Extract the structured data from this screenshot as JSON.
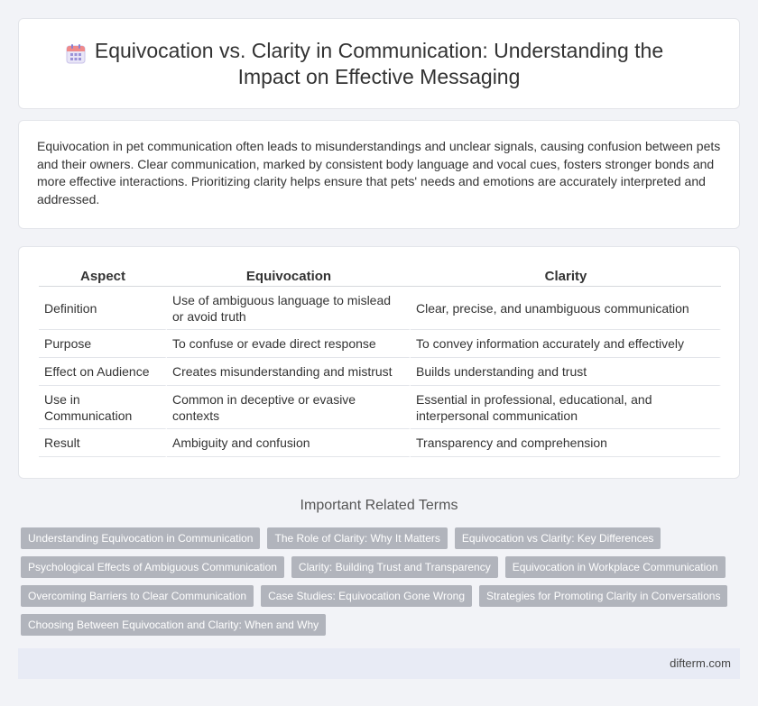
{
  "header": {
    "title": "Equivocation vs. Clarity in Communication: Understanding the Impact on Effective Messaging",
    "icon": "calendar-icon"
  },
  "intro": {
    "text": "Equivocation in pet communication often leads to misunderstandings and unclear signals, causing confusion between pets and their owners. Clear communication, marked by consistent body language and vocal cues, fosters stronger bonds and more effective interactions. Prioritizing clarity helps ensure that pets' needs and emotions are accurately interpreted and addressed."
  },
  "table": {
    "headers": [
      "Aspect",
      "Equivocation",
      "Clarity"
    ],
    "rows": [
      [
        "Definition",
        "Use of ambiguous language to mislead or avoid truth",
        "Clear, precise, and unambiguous communication"
      ],
      [
        "Purpose",
        "To confuse or evade direct response",
        "To convey information accurately and effectively"
      ],
      [
        "Effect on Audience",
        "Creates misunderstanding and mistrust",
        "Builds understanding and trust"
      ],
      [
        "Use in Communication",
        "Common in deceptive or evasive contexts",
        "Essential in professional, educational, and interpersonal communication"
      ],
      [
        "Result",
        "Ambiguity and confusion",
        "Transparency and comprehension"
      ]
    ]
  },
  "related": {
    "title": "Important Related Terms",
    "tags": [
      "Understanding Equivocation in Communication",
      "The Role of Clarity: Why It Matters",
      "Equivocation vs Clarity: Key Differences",
      "Psychological Effects of Ambiguous Communication",
      "Clarity: Building Trust and Transparency",
      "Equivocation in Workplace Communication",
      "Overcoming Barriers to Clear Communication",
      "Case Studies: Equivocation Gone Wrong",
      "Strategies for Promoting Clarity in Conversations",
      "Choosing Between Equivocation and Clarity: When and Why"
    ]
  },
  "footer": {
    "site": "difterm.com"
  },
  "colors": {
    "background": "#f2f3f7",
    "tag": "#b1b4bc",
    "footer": "#e8ebf5"
  }
}
